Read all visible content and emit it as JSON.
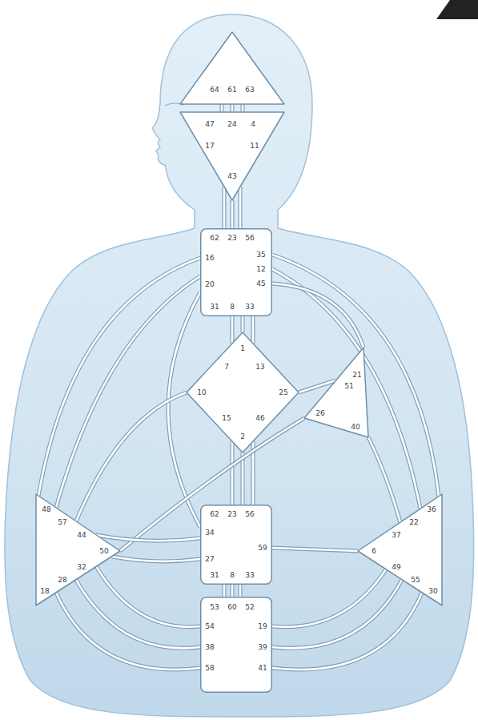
{
  "diagram": {
    "nodes": [
      {
        "text": [
          "64",
          "61",
          "63"
        ]
      },
      {
        "text": [
          "47",
          "24",
          "4",
          "17",
          "11",
          "43"
        ]
      },
      {
        "text": [
          "62",
          "23",
          "56",
          "16",
          "20",
          "35",
          "12",
          "45",
          "31",
          "8",
          "33"
        ]
      },
      {
        "text": [
          "1",
          "7",
          "13",
          "10",
          "25",
          "15",
          "46",
          "2"
        ]
      },
      {
        "text": [
          "21",
          "51",
          "26",
          "40"
        ]
      },
      {
        "text": [
          "48",
          "57",
          "44",
          "50",
          "32",
          "28",
          "18"
        ]
      },
      {
        "text": [
          "62",
          "23",
          "56",
          "34",
          "27",
          "59",
          "31",
          "8",
          "33"
        ]
      },
      {
        "text": [
          "36",
          "22",
          "37",
          "6",
          "49",
          "55",
          "30"
        ]
      },
      {
        "text": [
          "53",
          "60",
          "52",
          "54",
          "38",
          "58",
          "19",
          "39",
          "41"
        ]
      }
    ],
    "edges": [
      {
        "from": 0,
        "to": 1,
        "arrow": "none"
      },
      {
        "from": 0,
        "to": 1,
        "arrow": "none"
      },
      {
        "from": 0,
        "to": 1,
        "arrow": "none"
      },
      {
        "from": 1,
        "to": 2,
        "arrow": "none"
      },
      {
        "from": 1,
        "to": 2,
        "arrow": "none"
      },
      {
        "from": 1,
        "to": 2,
        "arrow": "none"
      },
      {
        "from": 2,
        "to": 3,
        "arrow": "none"
      },
      {
        "from": 2,
        "to": 3,
        "arrow": "none"
      },
      {
        "from": 2,
        "to": 3,
        "arrow": "none"
      },
      {
        "from": 2,
        "to": 5,
        "arrow": "none"
      },
      {
        "from": 2,
        "to": 5,
        "arrow": "none"
      },
      {
        "from": 2,
        "to": 6,
        "arrow": "none"
      },
      {
        "from": 2,
        "to": 7,
        "arrow": "none"
      },
      {
        "from": 2,
        "to": 7,
        "arrow": "none"
      },
      {
        "from": 2,
        "to": 4,
        "arrow": "none"
      },
      {
        "from": 3,
        "to": 4,
        "arrow": "none"
      },
      {
        "from": 3,
        "to": 5,
        "arrow": "none"
      },
      {
        "from": 3,
        "to": 6,
        "arrow": "none"
      },
      {
        "from": 3,
        "to": 6,
        "arrow": "none"
      },
      {
        "from": 3,
        "to": 6,
        "arrow": "none"
      },
      {
        "from": 4,
        "to": 5,
        "arrow": "none"
      },
      {
        "from": 4,
        "to": 7,
        "arrow": "none"
      },
      {
        "from": 6,
        "to": 5,
        "arrow": "none"
      },
      {
        "from": 6,
        "to": 5,
        "arrow": "none"
      },
      {
        "from": 6,
        "to": 7,
        "arrow": "none"
      },
      {
        "from": 6,
        "to": 8,
        "arrow": "none"
      },
      {
        "from": 6,
        "to": 8,
        "arrow": "none"
      },
      {
        "from": 6,
        "to": 8,
        "arrow": "none"
      },
      {
        "from": 8,
        "to": 5,
        "arrow": "none"
      },
      {
        "from": 8,
        "to": 5,
        "arrow": "none"
      },
      {
        "from": 8,
        "to": 5,
        "arrow": "none"
      },
      {
        "from": 8,
        "to": 7,
        "arrow": "none"
      },
      {
        "from": 8,
        "to": 7,
        "arrow": "none"
      },
      {
        "from": 8,
        "to": 7,
        "arrow": "none"
      }
    ]
  }
}
